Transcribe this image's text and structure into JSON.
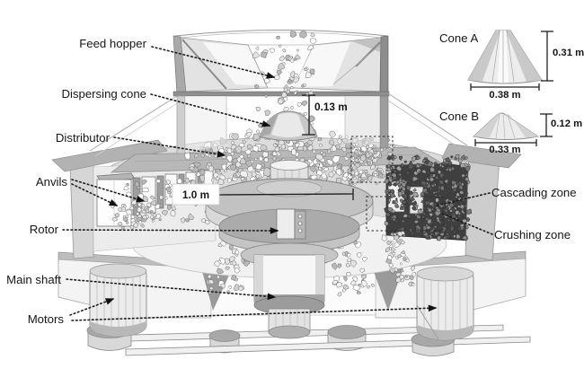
{
  "figure": {
    "labels": {
      "feed_hopper": "Feed hopper",
      "dispersing_cone": "Dispersing cone",
      "distributor": "Distributor",
      "anvils": "Anvils",
      "rotor": "Rotor",
      "main_shaft": "Main shaft",
      "motors": "Motors",
      "cascading_zone": "Cascading zone",
      "crushing_zone": "Crushing zone"
    },
    "dimensions": {
      "feed_drop": "0.13 m",
      "rotor_width": "1.0 m"
    },
    "inset": {
      "cone_a": {
        "label": "Cone A",
        "height": "0.31 m",
        "base": "0.38 m"
      },
      "cone_b": {
        "label": "Cone B",
        "height": "0.12 m",
        "base": "0.33 m"
      }
    },
    "colors": {
      "ink": "#1a1a1a",
      "background": "#ffffff",
      "machine_light": "#ececec",
      "machine_mid": "#c0c0c0",
      "crushing_zone_dark": "#3f3f3f"
    }
  }
}
